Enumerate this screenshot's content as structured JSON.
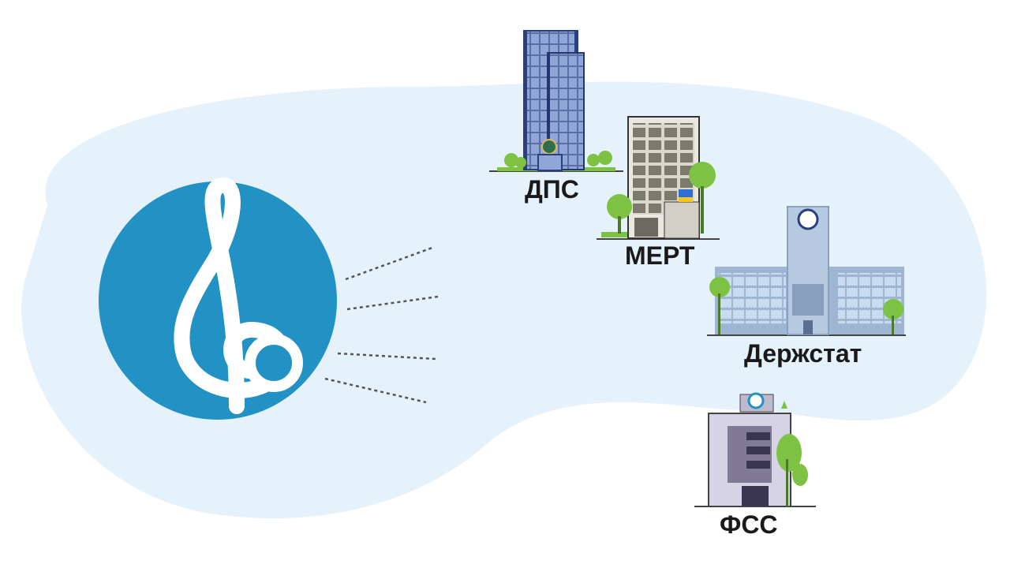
{
  "buildings": {
    "dps": {
      "label": "ДПС"
    },
    "mert": {
      "label": "МЕРТ"
    },
    "derzhstat": {
      "label": "Держстат"
    },
    "fss": {
      "label": "ФСС"
    }
  },
  "colors": {
    "blob": "#e6f2fb",
    "logo_circle": "#2291c4",
    "logo_glyph": "#ffffff",
    "dashes": "#555555",
    "tree": "#7dc242",
    "trunk": "#4a7a2a"
  },
  "icons": {
    "logo": "treble-clef-icon"
  }
}
